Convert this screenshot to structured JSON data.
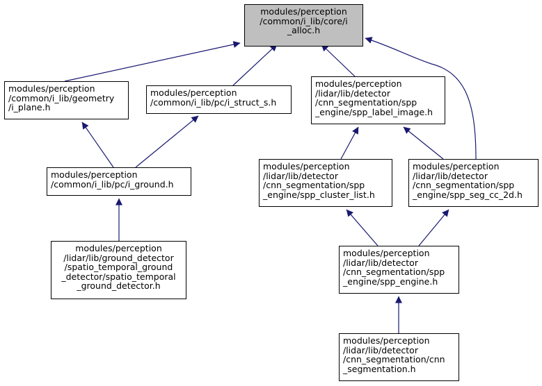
{
  "colors": {
    "edge": "#191970",
    "root_fill": "#bfbfbf",
    "node_fill": "#ffffff",
    "border": "#000000"
  },
  "nodes": {
    "alloc": {
      "lines": [
        "modules/perception",
        "/common/i_lib/core/i",
        "_alloc.h"
      ]
    },
    "plane": {
      "lines": [
        "modules/perception",
        "/common/i_lib/geometry",
        "/i_plane.h"
      ]
    },
    "struct_s": {
      "lines": [
        "modules/perception",
        "/common/i_lib/pc/i_struct_s.h"
      ]
    },
    "label_image": {
      "lines": [
        "modules/perception",
        "/lidar/lib/detector",
        "/cnn_segmentation/spp",
        "_engine/spp_label_image.h"
      ]
    },
    "ground": {
      "lines": [
        "modules/perception",
        "/common/i_lib/pc/i_ground.h"
      ]
    },
    "cluster_list": {
      "lines": [
        "modules/perception",
        "/lidar/lib/detector",
        "/cnn_segmentation/spp",
        "_engine/spp_cluster_list.h"
      ]
    },
    "seg_cc_2d": {
      "lines": [
        "modules/perception",
        "/lidar/lib/detector",
        "/cnn_segmentation/spp",
        "_engine/spp_seg_cc_2d.h"
      ]
    },
    "ground_detector": {
      "lines": [
        "modules/perception",
        "/lidar/lib/ground_detector",
        "/spatio_temporal_ground",
        "_detector/spatio_temporal",
        "_ground_detector.h"
      ]
    },
    "spp_engine": {
      "lines": [
        "modules/perception",
        "/lidar/lib/detector",
        "/cnn_segmentation/spp",
        "_engine/spp_engine.h"
      ]
    },
    "cnn_segmentation": {
      "lines": [
        "modules/perception",
        "/lidar/lib/detector",
        "/cnn_segmentation/cnn",
        "_segmentation.h"
      ]
    }
  },
  "edges": [
    {
      "from": "plane",
      "to": "alloc"
    },
    {
      "from": "struct_s",
      "to": "alloc"
    },
    {
      "from": "label_image",
      "to": "alloc"
    },
    {
      "from": "seg_cc_2d",
      "to": "alloc"
    },
    {
      "from": "ground",
      "to": "plane"
    },
    {
      "from": "ground",
      "to": "struct_s"
    },
    {
      "from": "cluster_list",
      "to": "label_image"
    },
    {
      "from": "seg_cc_2d",
      "to": "label_image"
    },
    {
      "from": "ground_detector",
      "to": "ground"
    },
    {
      "from": "spp_engine",
      "to": "cluster_list"
    },
    {
      "from": "spp_engine",
      "to": "seg_cc_2d"
    },
    {
      "from": "cnn_segmentation",
      "to": "spp_engine"
    }
  ]
}
